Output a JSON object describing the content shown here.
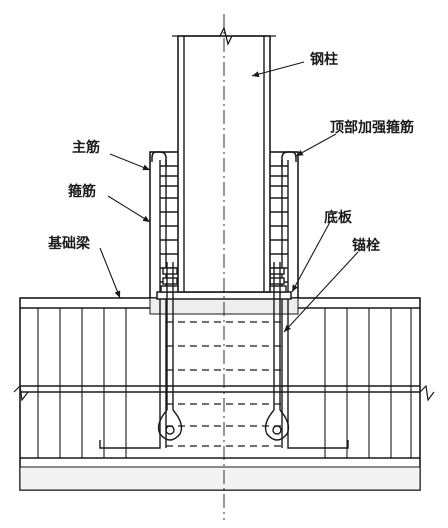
{
  "labels": {
    "steel_column": "钢柱",
    "top_stirrup": "顶部加强箍筋",
    "main_rebar": "主筋",
    "stirrup": "箍筋",
    "foundation_beam": "基础梁",
    "base_plate": "底板",
    "anchor_bolt": "锚栓"
  }
}
